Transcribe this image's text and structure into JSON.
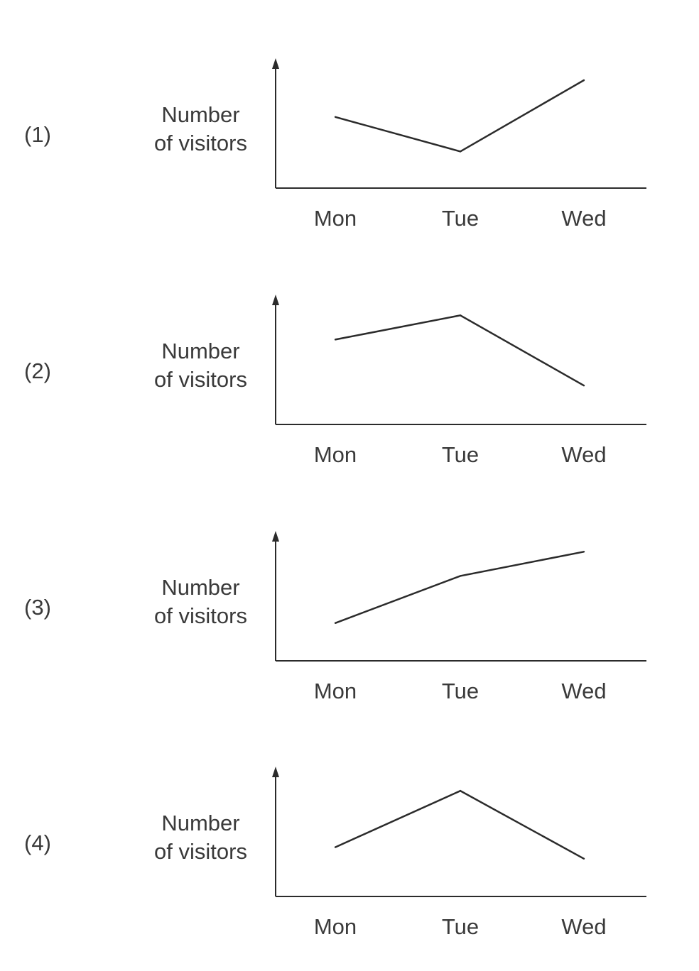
{
  "chart_data": [
    {
      "type": "line",
      "option_label": "(1)",
      "ylabel": [
        "Number",
        "of visitors"
      ],
      "categories": [
        "Mon",
        "Tue",
        "Wed"
      ],
      "values": [
        6,
        3,
        9.2
      ],
      "ylim": [
        0,
        10
      ]
    },
    {
      "type": "line",
      "option_label": "(2)",
      "ylabel": [
        "Number",
        "of visitors"
      ],
      "categories": [
        "Mon",
        "Tue",
        "Wed"
      ],
      "values": [
        7.2,
        9.3,
        3.2
      ],
      "ylim": [
        0,
        10
      ]
    },
    {
      "type": "line",
      "option_label": "(3)",
      "ylabel": [
        "Number",
        "of visitors"
      ],
      "categories": [
        "Mon",
        "Tue",
        "Wed"
      ],
      "values": [
        3.1,
        7.2,
        9.3
      ],
      "ylim": [
        0,
        10
      ]
    },
    {
      "type": "line",
      "option_label": "(4)",
      "ylabel": [
        "Number",
        "of visitors"
      ],
      "categories": [
        "Mon",
        "Tue",
        "Wed"
      ],
      "values": [
        4.1,
        9.0,
        3.1
      ],
      "ylim": [
        0,
        10
      ]
    }
  ],
  "colors": {
    "line": "#2b2b2b",
    "axis": "#2b2b2b",
    "text": "#3a3a3a"
  }
}
